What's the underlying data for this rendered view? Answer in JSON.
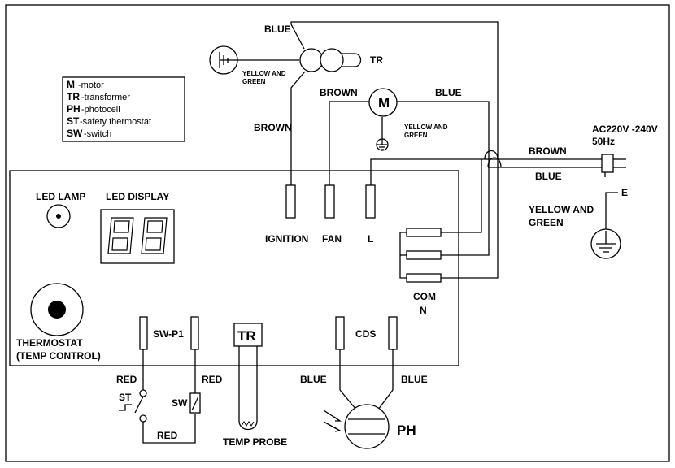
{
  "legend": [
    {
      "code": "M",
      "desc": "-motor"
    },
    {
      "code": "TR",
      "desc": "-transformer"
    },
    {
      "code": "PH",
      "desc": "-photocell"
    },
    {
      "code": "ST",
      "desc": "-safety thermostat"
    },
    {
      "code": "SW",
      "desc": "-switch"
    }
  ],
  "wires": {
    "blue_top": "BLUE",
    "yellow_green_tr_line1": "YELLOW AND",
    "yellow_green_tr_line2": "GREEN",
    "tr": "TR",
    "brown_left": "BROWN",
    "brown_fan": "BROWN",
    "blue_motor": "BLUE",
    "motor": "M",
    "yellow_green_motor_line1": "YELLOW AND",
    "yellow_green_motor_line2": "GREEN",
    "power_line1": "AC220V -240V",
    "power_line2": "50Hz",
    "brown_power": "BROWN",
    "blue_power": "BLUE",
    "earth_e": "E",
    "yellow_green_power_line1": "YELLOW AND",
    "yellow_green_power_line2": "GREEN"
  },
  "board": {
    "led_lamp": "LED LAMP",
    "led_display": "LED DISPLAY",
    "ignition": "IGNITION",
    "fan": "FAN",
    "l": "L",
    "com": "COM",
    "n": "N",
    "thermostat_line1": "THERMOSTAT",
    "thermostat_line2": "(TEMP CONTROL)",
    "sw_p1": "SW-P1",
    "tr_box": "TR",
    "cds": "CDS"
  },
  "bottom": {
    "red_left": "RED",
    "st": "ST",
    "sw": "SW",
    "red_right": "RED",
    "red_bottom": "RED",
    "temp_probe": "TEMP PROBE",
    "blue_left": "BLUE",
    "blue_right": "BLUE",
    "ph": "PH"
  }
}
